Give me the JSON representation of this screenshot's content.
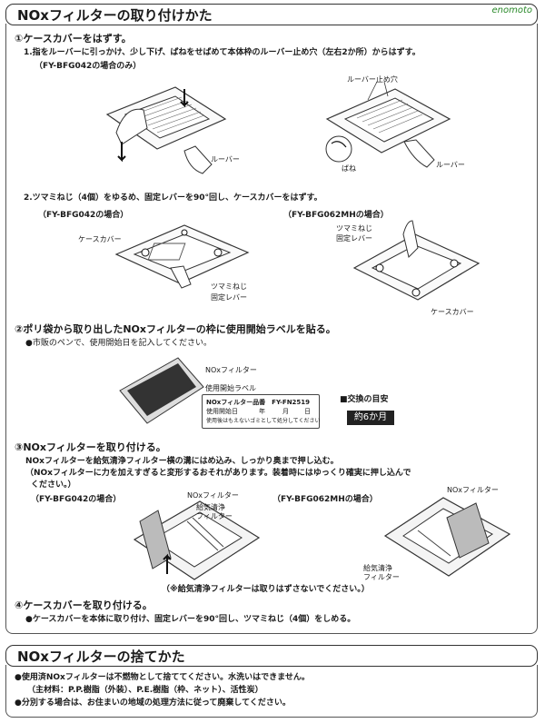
{
  "brand": "enomoto",
  "install": {
    "title": "NOxフィルターの取り付けかた",
    "step1": {
      "heading": "①ケースカバーをはずす。",
      "item1": "1.指をルーバーに引っかけ、少し下げ、ばねをせばめて本体枠のルーバー止め穴（左右2か所）からはずす。",
      "case": "（FY-BFG042の場合のみ）",
      "louver_hole": "ルーバー止め穴",
      "louver": "ルーバー",
      "spring": "ばね",
      "item2": "2.ツマミねじ（4個）をゆるめ、固定レバーを90°回し、ケースカバーをはずす。",
      "case_a": "（FY-BFG042の場合）",
      "case_b": "（FY-BFG062MHの場合）",
      "case_cover": "ケースカバー",
      "knob_screw": "ツマミねじ",
      "fix_lever": "固定レバー"
    },
    "step2": {
      "heading": "②ポリ袋から取り出したNOxフィルターの枠に使用開始ラベルを貼る。",
      "note": "●市販のペンで、使用開始日を記入してください。",
      "filter_label": "NOxフィルター",
      "start_label": "使用開始ラベル",
      "card_line1": "NOxフィルター品番　FY-FN2519",
      "card_line2a": "使用開始日",
      "card_year": "年",
      "card_month": "月",
      "card_day": "日",
      "card_line3": "使用後はもえないゴミとして処分してください",
      "exchange": "■交換の目安",
      "months": "約6か月"
    },
    "step3": {
      "heading": "③NOxフィルターを取り付ける。",
      "line1": "NOxフィルターを給気清浄フィルター横の溝にはめ込み、しっかり奥まで押し込む。",
      "line2": "（NOxフィルターに力を加えすぎると変形するおそれがあります。装着時にはゆっくり確実に押し込んで",
      "line3": "ください。）",
      "case_a": "（FY-BFG042の場合）",
      "case_b": "（FY-BFG062MHの場合）",
      "nox": "NOxフィルター",
      "supply1": "給気清浄",
      "supply2": "フィルター",
      "note": "（※給気清浄フィルターは取りはずさないでください。）"
    },
    "step4": {
      "heading": "④ケースカバーを取り付ける。",
      "note": "●ケースカバーを本体に取り付け、固定レバーを90°回し、ツマミねじ（4個）をしめる。"
    }
  },
  "disposal": {
    "title": "NOxフィルターの捨てかた",
    "line1": "●使用済NOxフィルターは不燃物として捨ててください。水洗いはできません。",
    "line2": "（主材料：P.P.樹脂（外装）、P.E.樹脂（枠、ネット）、活性炭）",
    "line3": "●分別する場合は、お住まいの地域の処理方法に従って廃棄してください。"
  }
}
